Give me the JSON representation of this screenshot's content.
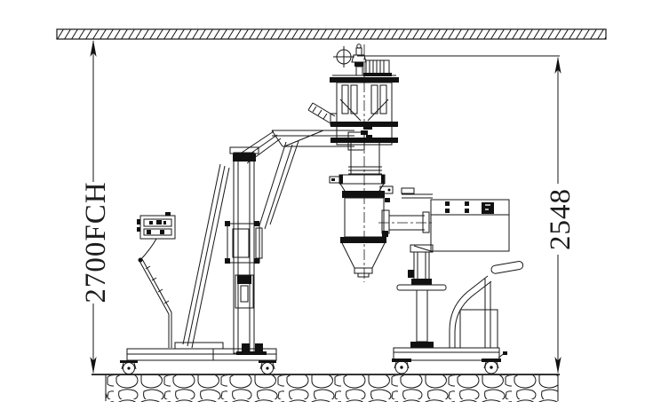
{
  "drawing": {
    "background_color": "#ffffff",
    "line_color": "#161616",
    "dimensions": {
      "ceiling_height_label": "2700FCH",
      "machine_height_label": "2548"
    },
    "components": [
      "ceiling-slab",
      "stone-floor",
      "mobile-lift-crane",
      "pendant-control",
      "vacuum-conveyor",
      "transfer-pipe",
      "control-cart",
      "control-panel",
      "rotary-table",
      "cart-handle"
    ]
  }
}
